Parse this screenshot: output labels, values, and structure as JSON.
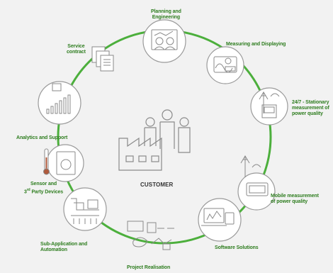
{
  "colors": {
    "background": "#f2f2f2",
    "ring": "#4caf3c",
    "label_green": "#2e7d1f",
    "label_dark": "#333333",
    "icon_stroke": "#8a8a8a",
    "node_fill": "#ffffff"
  },
  "center": {
    "label": "CUSTOMER",
    "icon": "customer-factory-people-icon"
  },
  "nodes": [
    {
      "id": "planning",
      "label_lines": [
        "Planning and",
        "Engineering"
      ],
      "icon": "planning-engineers-icon",
      "color": "green"
    },
    {
      "id": "measuring",
      "label_lines": [
        "Measuring and Displaying"
      ],
      "icon": "measuring-display-icon",
      "color": "green"
    },
    {
      "id": "stationary",
      "label_lines": [
        "24/7 - Stationary",
        "measurement of",
        "power quality"
      ],
      "icon": "stationary-measurement-icon",
      "color": "green"
    },
    {
      "id": "mobile",
      "label_lines": [
        "Mobile measurement",
        "of power quality"
      ],
      "icon": "mobile-measurement-icon",
      "color": "green"
    },
    {
      "id": "software",
      "label_lines": [
        "Software Solutions"
      ],
      "icon": "software-devices-icon",
      "color": "green"
    },
    {
      "id": "project",
      "label_lines": [
        "Project Realisation"
      ],
      "icon": "project-realisation-icon",
      "color": "green"
    },
    {
      "id": "subapp",
      "label_lines": [
        "Sub-Application and",
        "Automation"
      ],
      "icon": "sub-application-icon",
      "color": "green"
    },
    {
      "id": "sensor",
      "label_lines": [
        "Sensor and",
        "3rd Party Devices"
      ],
      "icon": "sensor-devices-icon",
      "color": "green"
    },
    {
      "id": "analytics",
      "label_lines": [
        "Analytics and Support"
      ],
      "icon": "analytics-chart-icon",
      "color": "green"
    },
    {
      "id": "service",
      "label_lines": [
        "Service",
        "contract"
      ],
      "icon": "service-contract-icon",
      "color": "green"
    }
  ]
}
